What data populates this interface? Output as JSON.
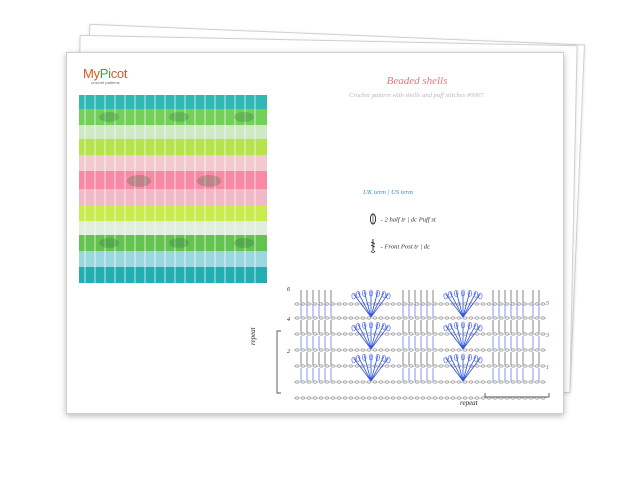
{
  "logo": {
    "brand_a": "My",
    "brand_b": "Pi",
    "brand_c": "cot",
    "tagline": "crochet patterns"
  },
  "pattern": {
    "title": "Beaded shells",
    "subtitle": "Crochet pattern with shells and puff stitches #0067."
  },
  "legend": {
    "terms_uk": "UK term",
    "terms_sep": "|",
    "terms_us": "US term",
    "items": [
      {
        "icon": "puff-stitch-icon",
        "text": "-  2 half tr  |  dc Puff st"
      },
      {
        "icon": "front-post-icon",
        "text": "-  Front Post tr  |  dc"
      }
    ]
  },
  "diagram": {
    "rows_left": [
      "6",
      "4",
      "2"
    ],
    "rows_right": [
      "5",
      "3",
      "1"
    ],
    "repeat_vertical": "repeat",
    "repeat_horizontal": "repeat"
  },
  "colors": {
    "title": "#e8747d",
    "terms": "#2f8fd1",
    "chart_blue": "#2a4fe0",
    "row_label_blue": "#3b5be0"
  }
}
